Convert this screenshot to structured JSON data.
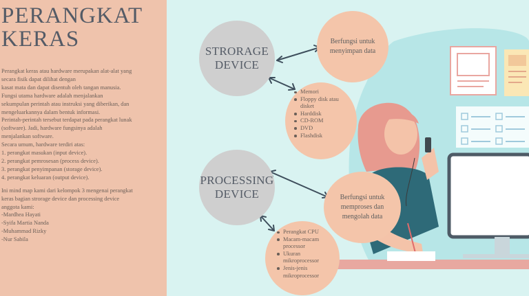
{
  "left_panel": {
    "title_line1": "PERANGKAT",
    "title_line2": "KERAS",
    "paragraph_lines": [
      "Perangkat keras atau hardware merupakan alat-alat yang",
      "secara fisik dapat dilihat dengan",
      "kasat mata dan dapat disentuh oleh tangan manusia.",
      "Fungsi utama hardware adalah menjalankan",
      "sekumpulan perintah atau instruksi yang diberikan, dan",
      "mengeluarkannya dalam bentuk informasi.",
      "Perintah-perintah tersebut terdapat pada perangkat lunak",
      "(software). Jadi, hardware fungsinya adalah",
      "menjalankan software.",
      "Secara umum, hardware terdiri atas:",
      "1. perangkat masukan (input device).",
      "2. perangkat pemrosesan (process device).",
      "3. perangkat penyimpanan (storage device).",
      "4. perangkat keluaran (output device)."
    ],
    "group_lines": [
      "Ini mind map kami dari kelompok 3 mengenai perangkat",
      "keras bagian strorage device dan processing device",
      "anggota kami:",
      "-Mardhea Hayati",
      "-Syifa Martia Nanda",
      "-Muhammad Rizky",
      "-Nur Sabila"
    ]
  },
  "mindmap": {
    "storage": {
      "label_line1": "STRORAGE",
      "label_line2": "DEVICE",
      "function_line1": "Berfungsi untuk",
      "function_line2": "menyimpan data",
      "items": [
        "Memori",
        "Floppy disk atau",
        "disket",
        "Harddisk",
        "CD-ROM",
        "DVD",
        "Flashdisk"
      ]
    },
    "processing": {
      "label_line1": "PROCESSING",
      "label_line2": "DEVICE",
      "function_line1": "Berfungsi untuk",
      "function_line2": "memproses dan",
      "function_line3": "mengolah data",
      "items": [
        "Perangkat CPU",
        "Macam-macam",
        "processor",
        "Ukuran",
        "mikroprocessor",
        "Jenis-jenis",
        "mikroprocessor"
      ]
    }
  },
  "colors": {
    "left_panel_bg": "#efc3ac",
    "scene_bg": "#d9f3f1",
    "gray_node": "#cfcfcf",
    "peach_node": "#f4c5aa",
    "title_text": "#545b66"
  }
}
